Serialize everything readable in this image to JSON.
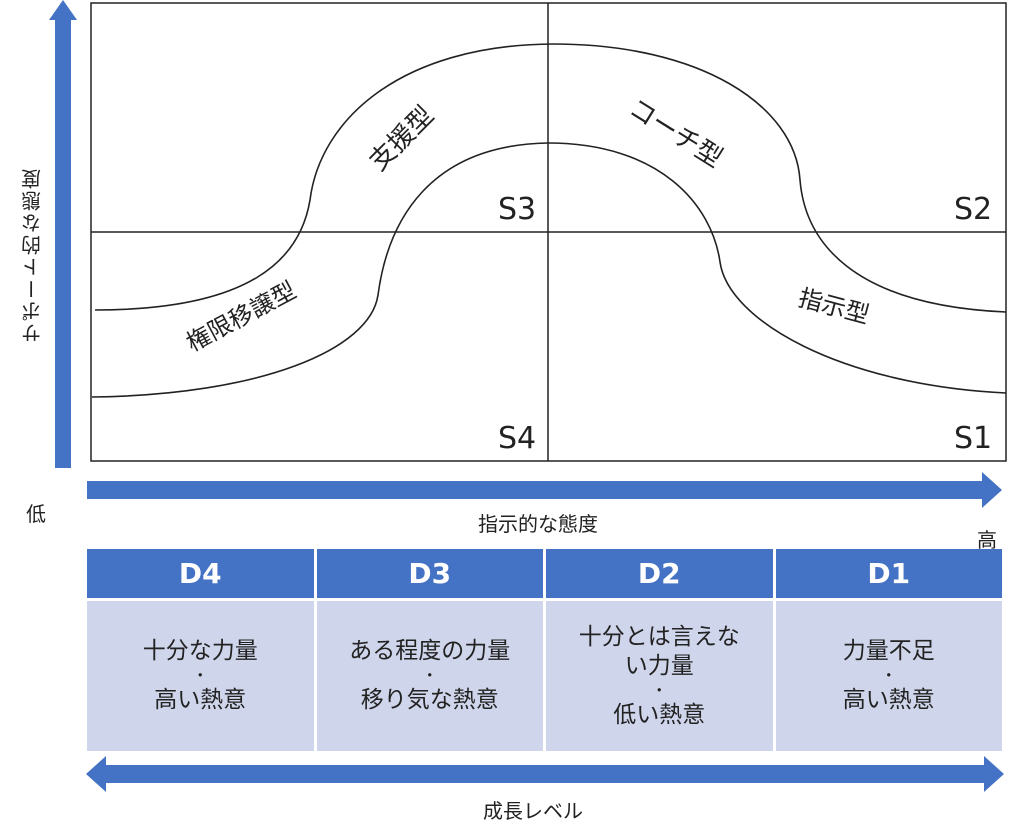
{
  "quadrants": [
    {
      "id": "S3",
      "style": "支援型"
    },
    {
      "id": "S2",
      "style": "コーチ型"
    },
    {
      "id": "S4",
      "style": "権限移譲型"
    },
    {
      "id": "S1",
      "style": "指示型"
    }
  ],
  "axes": {
    "y_label": "サポート的な態度",
    "x_label": "指示的な態度",
    "low": "低",
    "high": "高",
    "bottom_label": "成長レベル"
  },
  "table": {
    "headers": [
      "D4",
      "D3",
      "D2",
      "D1"
    ],
    "cells": [
      {
        "line1": "十分な力量",
        "dot": "・",
        "line2": "高い熱意"
      },
      {
        "line1": "ある程度の力量",
        "dot": "・",
        "line2": "移り気な熱意"
      },
      {
        "line1": "十分とは言えな",
        "line1b": "い力量",
        "dot": "・",
        "line2": "低い熱意"
      },
      {
        "line1": "力量不足",
        "dot": "・",
        "line2": "高い熱意"
      }
    ]
  },
  "colors": {
    "arrow": "#4472c4",
    "header": "#4472c4",
    "cell": "#cfd5ea"
  }
}
